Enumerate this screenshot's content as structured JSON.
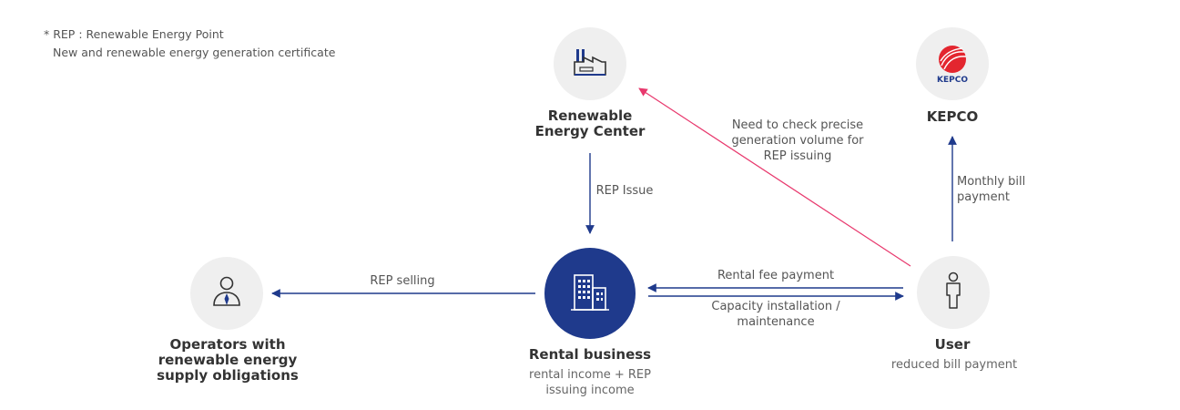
{
  "note": {
    "line1": "* REP : Renewable Energy Point",
    "line2": "New and renewable energy generation certificate"
  },
  "nodes": {
    "center": {
      "title": "Renewable Energy Center",
      "icon": "factory-icon"
    },
    "kepco": {
      "title": "KEPCO",
      "logo_text": "KEPCO",
      "icon": "kepco-logo"
    },
    "operators": {
      "title": "Operators with renewable energy supply obligations",
      "icon": "business-person-icon"
    },
    "rental": {
      "title": "Rental business",
      "sub": "rental income + REP issuing income",
      "icon": "office-building-icon"
    },
    "user": {
      "title": "User",
      "sub": "reduced bill payment",
      "icon": "person-icon"
    }
  },
  "edges": {
    "rep_issue": "REP Issue",
    "check": "Need to check precise generation volume for REP issuing",
    "monthly": "Monthly bill payment",
    "rep_selling": "REP selling",
    "rental_fee": "Rental fee payment",
    "capacity": "Capacity installation / maintenance"
  },
  "colors": {
    "primary": "#1f3a8c",
    "highlight": "#e8386d",
    "node_bg": "#efefef",
    "kepco_red": "#e3262f"
  }
}
